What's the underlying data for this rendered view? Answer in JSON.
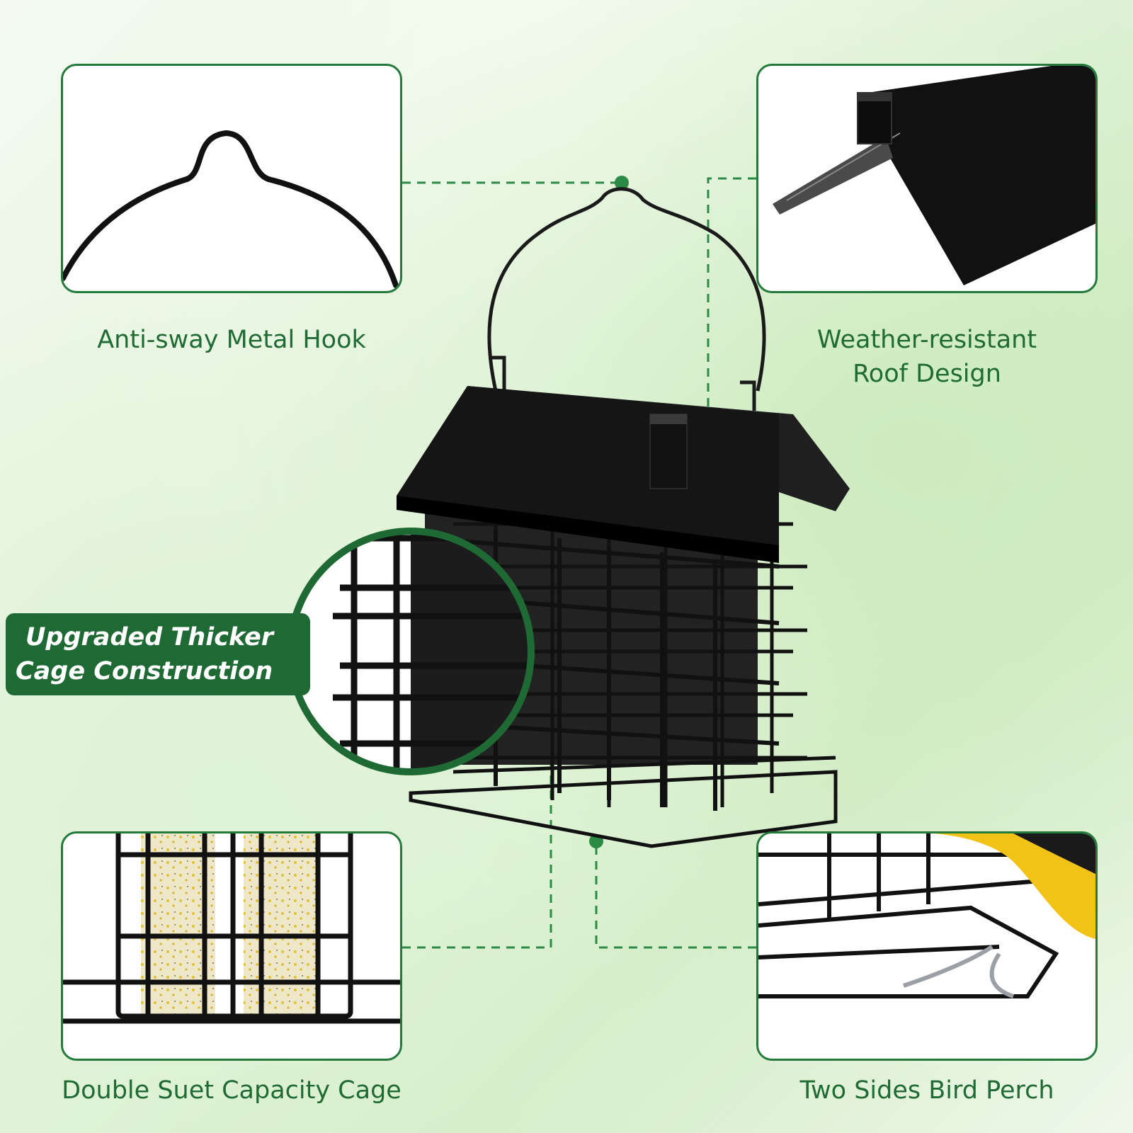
{
  "features": {
    "hook_label": "Anti-sway Metal Hook",
    "roof_label_line1": "Weather-resistant",
    "roof_label_line2": "Roof Design",
    "capacity_label": "Double Suet Capacity Cage",
    "perch_label": "Two Sides Bird Perch"
  },
  "badge": {
    "line1": "Upgraded Thicker",
    "line2": "Cage Construction"
  },
  "colors": {
    "accent_green": "#237a3a",
    "badge_green": "#1f6a34",
    "caption_green": "#1f6b33",
    "feeder_black": "#1a1a1a"
  }
}
